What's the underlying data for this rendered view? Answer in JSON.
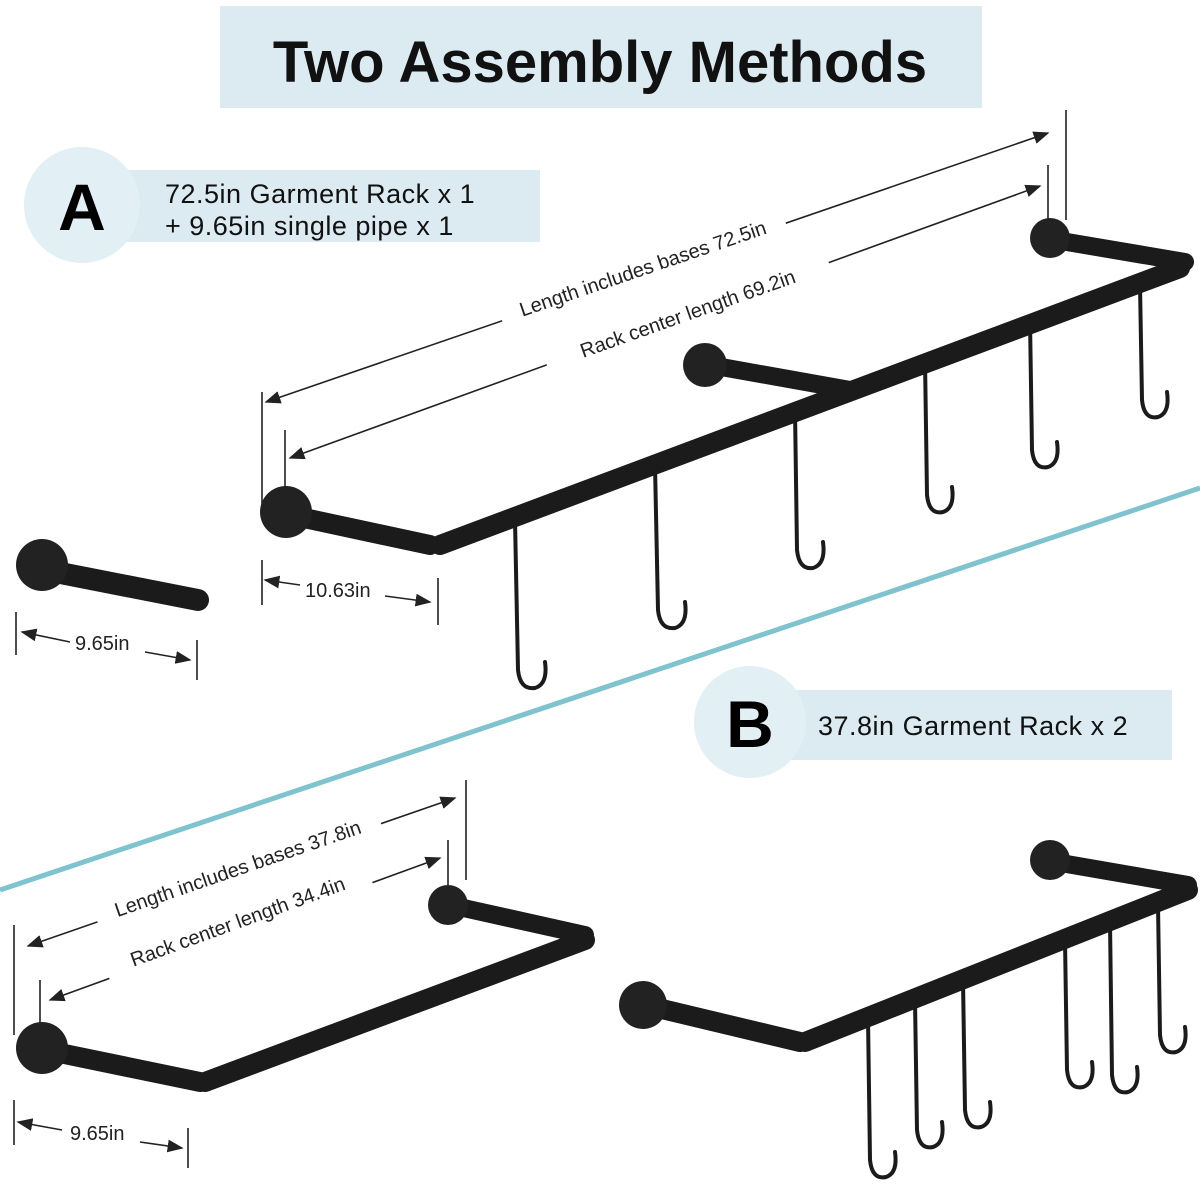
{
  "title": "Two Assembly Methods",
  "colors": {
    "panel": "#dcebf1",
    "divider": "#7fc3cf",
    "pipe": "#1b1b1b"
  },
  "method_a": {
    "badge": "A",
    "line1": "72.5in Garment Rack x 1",
    "line2": "+ 9.65in single pipe x 1",
    "length_bases": "Length includes bases 72.5in",
    "center_length": "Rack center length 69.2in",
    "arm_length": "10.63in",
    "single_pipe": "9.65in"
  },
  "method_b": {
    "badge": "B",
    "line1": "37.8in Garment Rack x 2",
    "length_bases": "Length includes bases 37.8in",
    "center_length": "Rack center length 34.4in",
    "arm_length": "9.65in"
  }
}
